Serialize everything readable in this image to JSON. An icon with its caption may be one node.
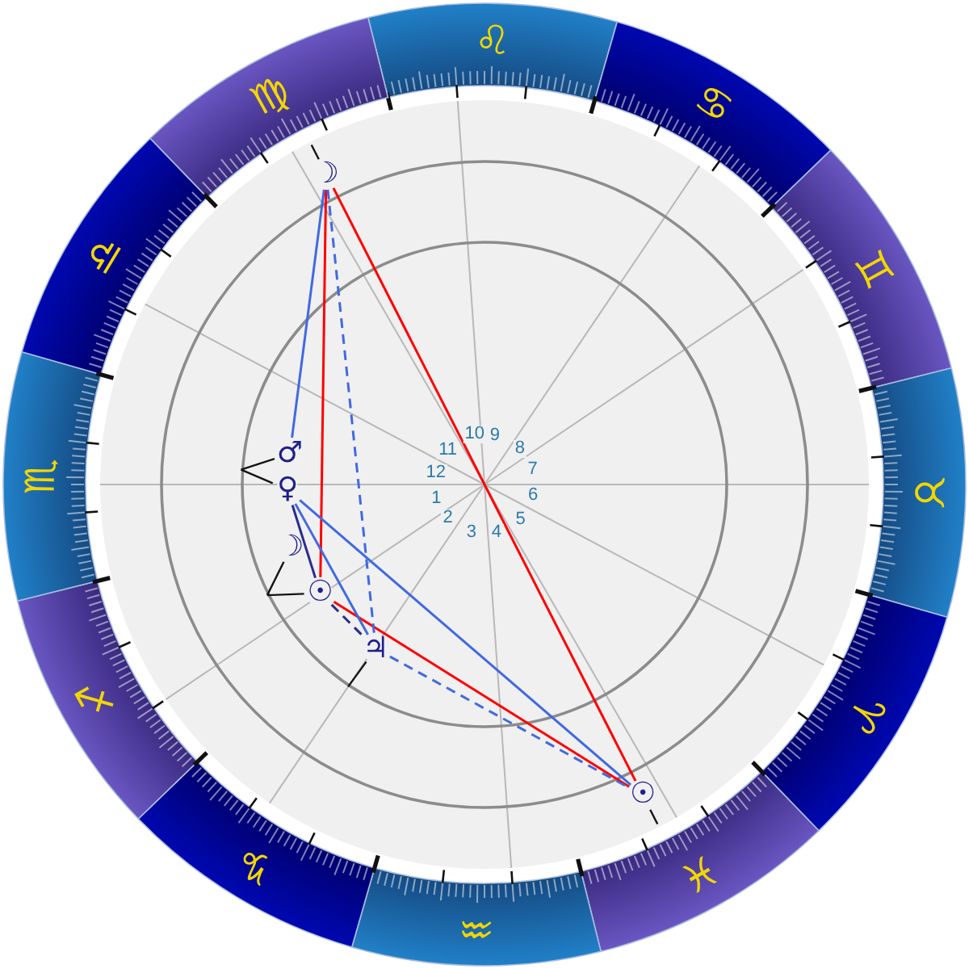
{
  "diagram": {
    "nodes": [
      {
        "text": [
          "♌"
        ]
      },
      {
        "text": [
          "♋"
        ]
      },
      {
        "text": [
          "♊"
        ]
      },
      {
        "text": [
          "♉"
        ]
      },
      {
        "text": [
          "♈"
        ]
      },
      {
        "text": [
          "♓"
        ]
      },
      {
        "text": [
          "♒"
        ]
      },
      {
        "text": [
          "♑"
        ]
      },
      {
        "text": [
          "♐"
        ]
      },
      {
        "text": [
          "♏"
        ]
      },
      {
        "text": [
          "♎"
        ]
      },
      {
        "text": [
          "♍"
        ]
      },
      {
        "text": [
          "☽"
        ]
      },
      {
        "text": [
          "♂"
        ]
      },
      {
        "text": [
          "♀"
        ]
      },
      {
        "text": [
          "☽"
        ]
      },
      {
        "text": [
          "☉"
        ]
      },
      {
        "text": [
          "♃"
        ]
      },
      {
        "text": [
          "☉"
        ]
      }
    ],
    "edges": [
      {
        "from": 12,
        "to": 18,
        "arrow": "none",
        "color": "#ff0000"
      },
      {
        "from": 12,
        "to": 16,
        "arrow": "none",
        "color": "#ff0000"
      },
      {
        "from": 16,
        "to": 18,
        "arrow": "none",
        "color": "#ff0000"
      },
      {
        "from": 12,
        "to": 13,
        "arrow": "none",
        "color": "#4169e1"
      },
      {
        "from": 12,
        "to": 17,
        "arrow": "none",
        "style": "dashed",
        "color": "#4169e1"
      },
      {
        "from": 14,
        "to": 18,
        "arrow": "none",
        "color": "#4169e1"
      },
      {
        "from": 14,
        "to": 17,
        "arrow": "none",
        "color": "#4169e1"
      },
      {
        "from": 17,
        "to": 18,
        "arrow": "none",
        "style": "dashed",
        "color": "#4169e1"
      },
      {
        "from": 14,
        "to": 16,
        "arrow": "none",
        "color": "#2b2b8f"
      },
      {
        "from": 16,
        "to": 17,
        "arrow": "none",
        "style": "dashed",
        "color": "#2b2b8f"
      },
      {
        "from": 12,
        "to": null,
        "arrow": "none"
      },
      {
        "from": 13,
        "to": null,
        "arrow": "none"
      },
      {
        "from": 14,
        "to": null,
        "arrow": "none"
      },
      {
        "from": 15,
        "to": null,
        "arrow": "none"
      },
      {
        "from": 16,
        "to": null,
        "arrow": "none"
      },
      {
        "from": 17,
        "to": null,
        "arrow": "none"
      },
      {
        "from": 18,
        "to": null,
        "arrow": "none"
      }
    ],
    "labels": [
      "1",
      "2",
      "3",
      "4",
      "5",
      "6",
      "7",
      "8",
      "9",
      "10",
      "11",
      "12"
    ]
  }
}
